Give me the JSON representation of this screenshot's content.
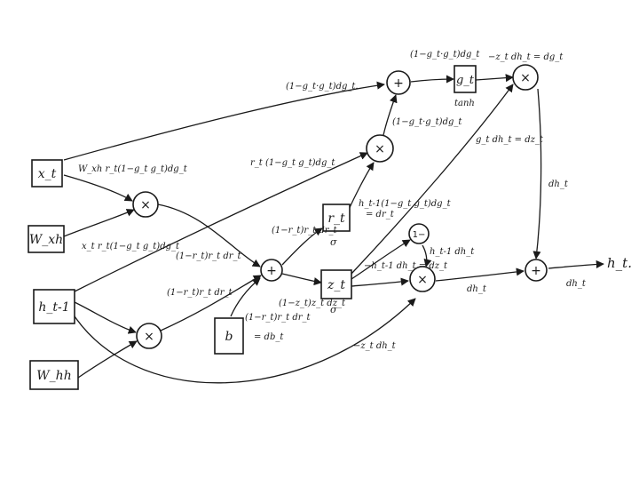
{
  "nodes": {
    "x_t": "x_t",
    "W_xh": "W_xh",
    "h_t_1": "h_t-1",
    "W_hh": "W_hh",
    "b": "b",
    "r_t": "r_t",
    "z_t": "z_t",
    "g_t": "g_t",
    "h_t": "h_t."
  },
  "ops": {
    "mul": "×",
    "add": "+",
    "one_minus": "1−"
  },
  "activations": {
    "tanh": "tanh",
    "sigma": "σ"
  },
  "labels": {
    "top_path": "(1−g_t·g_t)dg_t.",
    "tanh_in": "(1−g_t·g_t)dg_t",
    "dg_eq": "−z_t dh_t = dg_t",
    "dz_g": "g_t dh_t = dz_t",
    "rt_grad": "r_t (1−g_t g_t)dg_t",
    "mul_to_add": "(1−g_t·g_t)dg_t",
    "dh_down": "dh_t",
    "xt_right": "W_xh r_t(1−g_t g_t)dg_t",
    "wxh_right": "x_t r_t(1−g_t g_t)dg_t",
    "ht1_dr": "h_t-1(1−g_t g_t)dg_t",
    "dr_eq": "= dr_t",
    "r_sig": "(1−r_t)r_t dr_t",
    "sum_back": "(1−r_t)r_t dr_t",
    "lower_sum": "(1−r_t)r_t dr_t",
    "z_sig": "(1−z_t)z_t dz_t",
    "dz_eq": "−h_t-1 dh_t = dz_t",
    "ht1_dh": "h_t-1 dh_t",
    "dh_mid": "dh_t",
    "dh_out": "dh_t",
    "b_lbl": "(1−r_t)r_t dr_t",
    "db_eq": "= db_t",
    "neg_z": "−z_t dh_t"
  }
}
